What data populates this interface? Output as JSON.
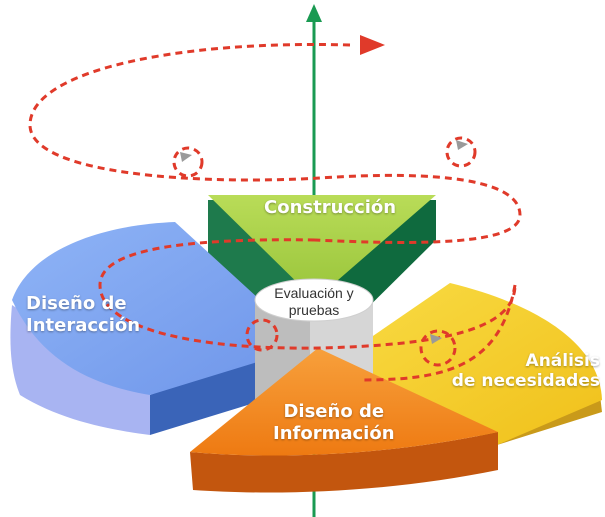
{
  "segments": {
    "construccion": {
      "line1": "Construcción",
      "top": "#a9d144",
      "front_dark": "#1e7a4c",
      "front_light": "#2e9a5c"
    },
    "interaccion": {
      "line1": "Diseño de",
      "line2": "Interacción",
      "top": "#7ea6f2",
      "side": "#3a64b8",
      "front": "#a7b4f0"
    },
    "informacion": {
      "line1": "Diseño de",
      "line2": "Información",
      "top": "#f28a1e",
      "side": "#c3560e"
    },
    "analisis": {
      "line1": "Análisis",
      "line2": "de necesidades",
      "top": "#f6cf2b",
      "side": "#c99a1a"
    }
  },
  "center": {
    "line1": "Evaluación y",
    "line2": "pruebas"
  },
  "colors": {
    "axis": "#1a9a52",
    "spiral": "#e03a2a",
    "small_arrow": "#9a9a9a"
  }
}
